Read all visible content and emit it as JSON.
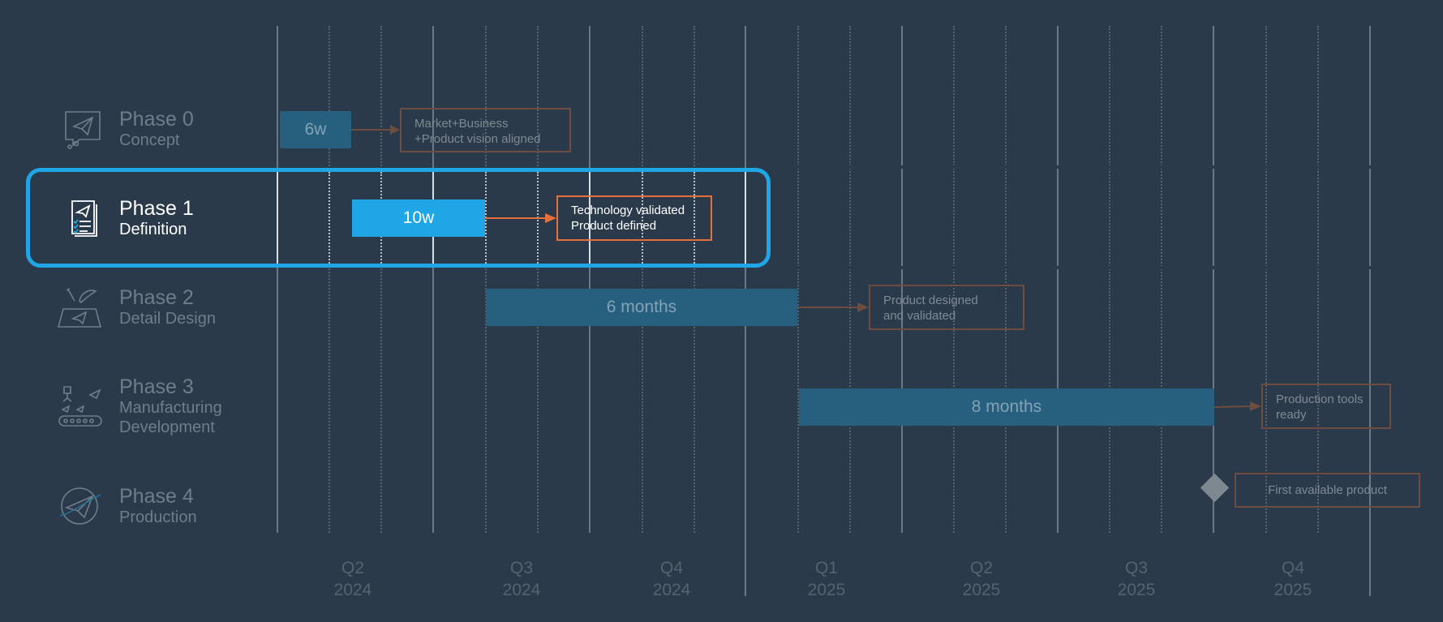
{
  "phases": [
    {
      "title": "Phase 0",
      "subtitle": "Concept",
      "icon": "paper-plane-board-icon"
    },
    {
      "title": "Phase 1",
      "subtitle": "Definition",
      "icon": "checklist-document-icon"
    },
    {
      "title": "Phase 2",
      "subtitle": "Detail Design",
      "icon": "design-tools-icon"
    },
    {
      "title": "Phase 3",
      "subtitle": "Manufacturing",
      "subtitle2": "Development",
      "icon": "assembly-line-icon"
    },
    {
      "title": "Phase 4",
      "subtitle": "Production",
      "icon": "plane-globe-icon"
    }
  ],
  "bars": [
    {
      "label": "6w"
    },
    {
      "label": "10w"
    },
    {
      "label": "6 months"
    },
    {
      "label": "8 months"
    }
  ],
  "milestones": [
    {
      "text": "Market+Business\n+Product vision aligned"
    },
    {
      "text": "Technology validated\nProduct defined"
    },
    {
      "text": "Product designed\nand validated"
    },
    {
      "text": "Production tools\nready"
    },
    {
      "text": "First available product"
    }
  ],
  "quarters": [
    {
      "q": "Q2",
      "year": "2024"
    },
    {
      "q": "Q3",
      "year": "2024"
    },
    {
      "q": "Q4",
      "year": "2024"
    },
    {
      "q": "Q1",
      "year": "2025"
    },
    {
      "q": "Q2",
      "year": "2025"
    },
    {
      "q": "Q3",
      "year": "2025"
    },
    {
      "q": "Q4",
      "year": "2025"
    }
  ],
  "colors": {
    "background": "#2a3a4a",
    "active_accent": "#1ea6e6",
    "milestone_border": "#e4703d",
    "dim_bar": "#27607f"
  }
}
